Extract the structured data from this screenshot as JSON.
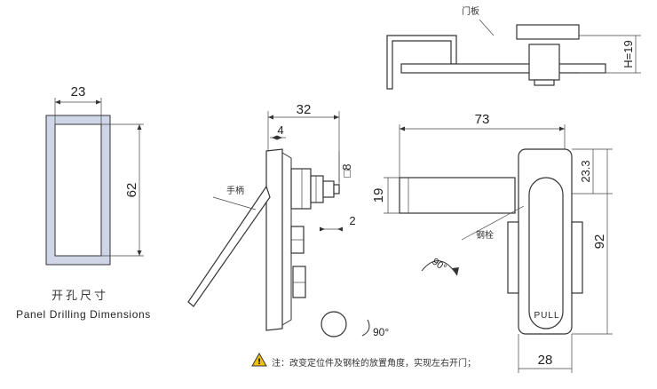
{
  "drilling": {
    "width": "23",
    "height": "62",
    "title_cn": "开孔尺寸",
    "title_en": "Panel Drilling Dimensions"
  },
  "side": {
    "depth": "32",
    "plate": "4",
    "square": "□8",
    "gap": "2",
    "handle": "手柄"
  },
  "front": {
    "bolt_len": "73",
    "bolt_dia": "19",
    "top_offset": "23.3",
    "height": "92",
    "width": "28",
    "bolt": "钢栓",
    "pull": "PULL"
  },
  "top_view": {
    "door": "门板",
    "h": "H=19"
  },
  "rotation": {
    "back": "90°",
    "angle": "90°"
  },
  "note": "注：改变定位件及钢栓的放置角度，实现左右开门；"
}
